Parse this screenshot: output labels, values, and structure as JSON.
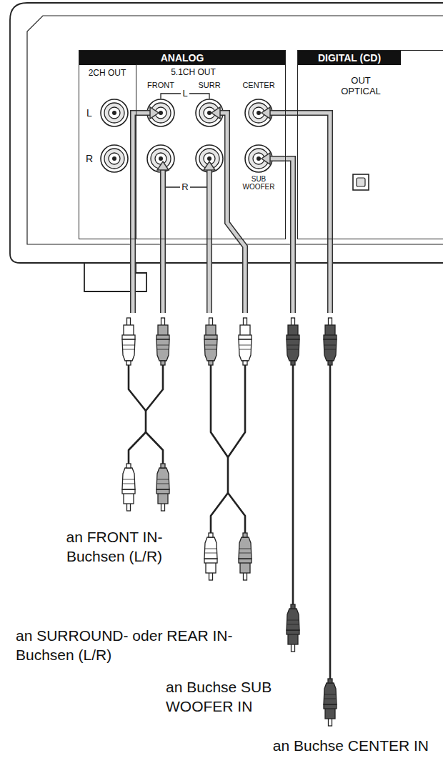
{
  "diagram": {
    "nodes": [
      {
        "text": [
          "ANALOG"
        ]
      },
      {
        "text": [
          "5.1CH OUT"
        ],
        "in": 0
      },
      {
        "text": [
          "DIGITAL (CD)",
          "OUT OPTICAL"
        ]
      }
    ],
    "labels": [
      "2CH OUT",
      "L",
      "R",
      "FRONT",
      "SURR",
      "CENTER",
      "L",
      "R",
      "SUB WOOFER",
      "an FRONT IN- Buchsen (L/R)",
      "an SURROUND- oder REAR IN-Buchsen (L/R)",
      "an Buchse SUB WOOFER IN",
      "an Buchse CENTER IN"
    ]
  }
}
